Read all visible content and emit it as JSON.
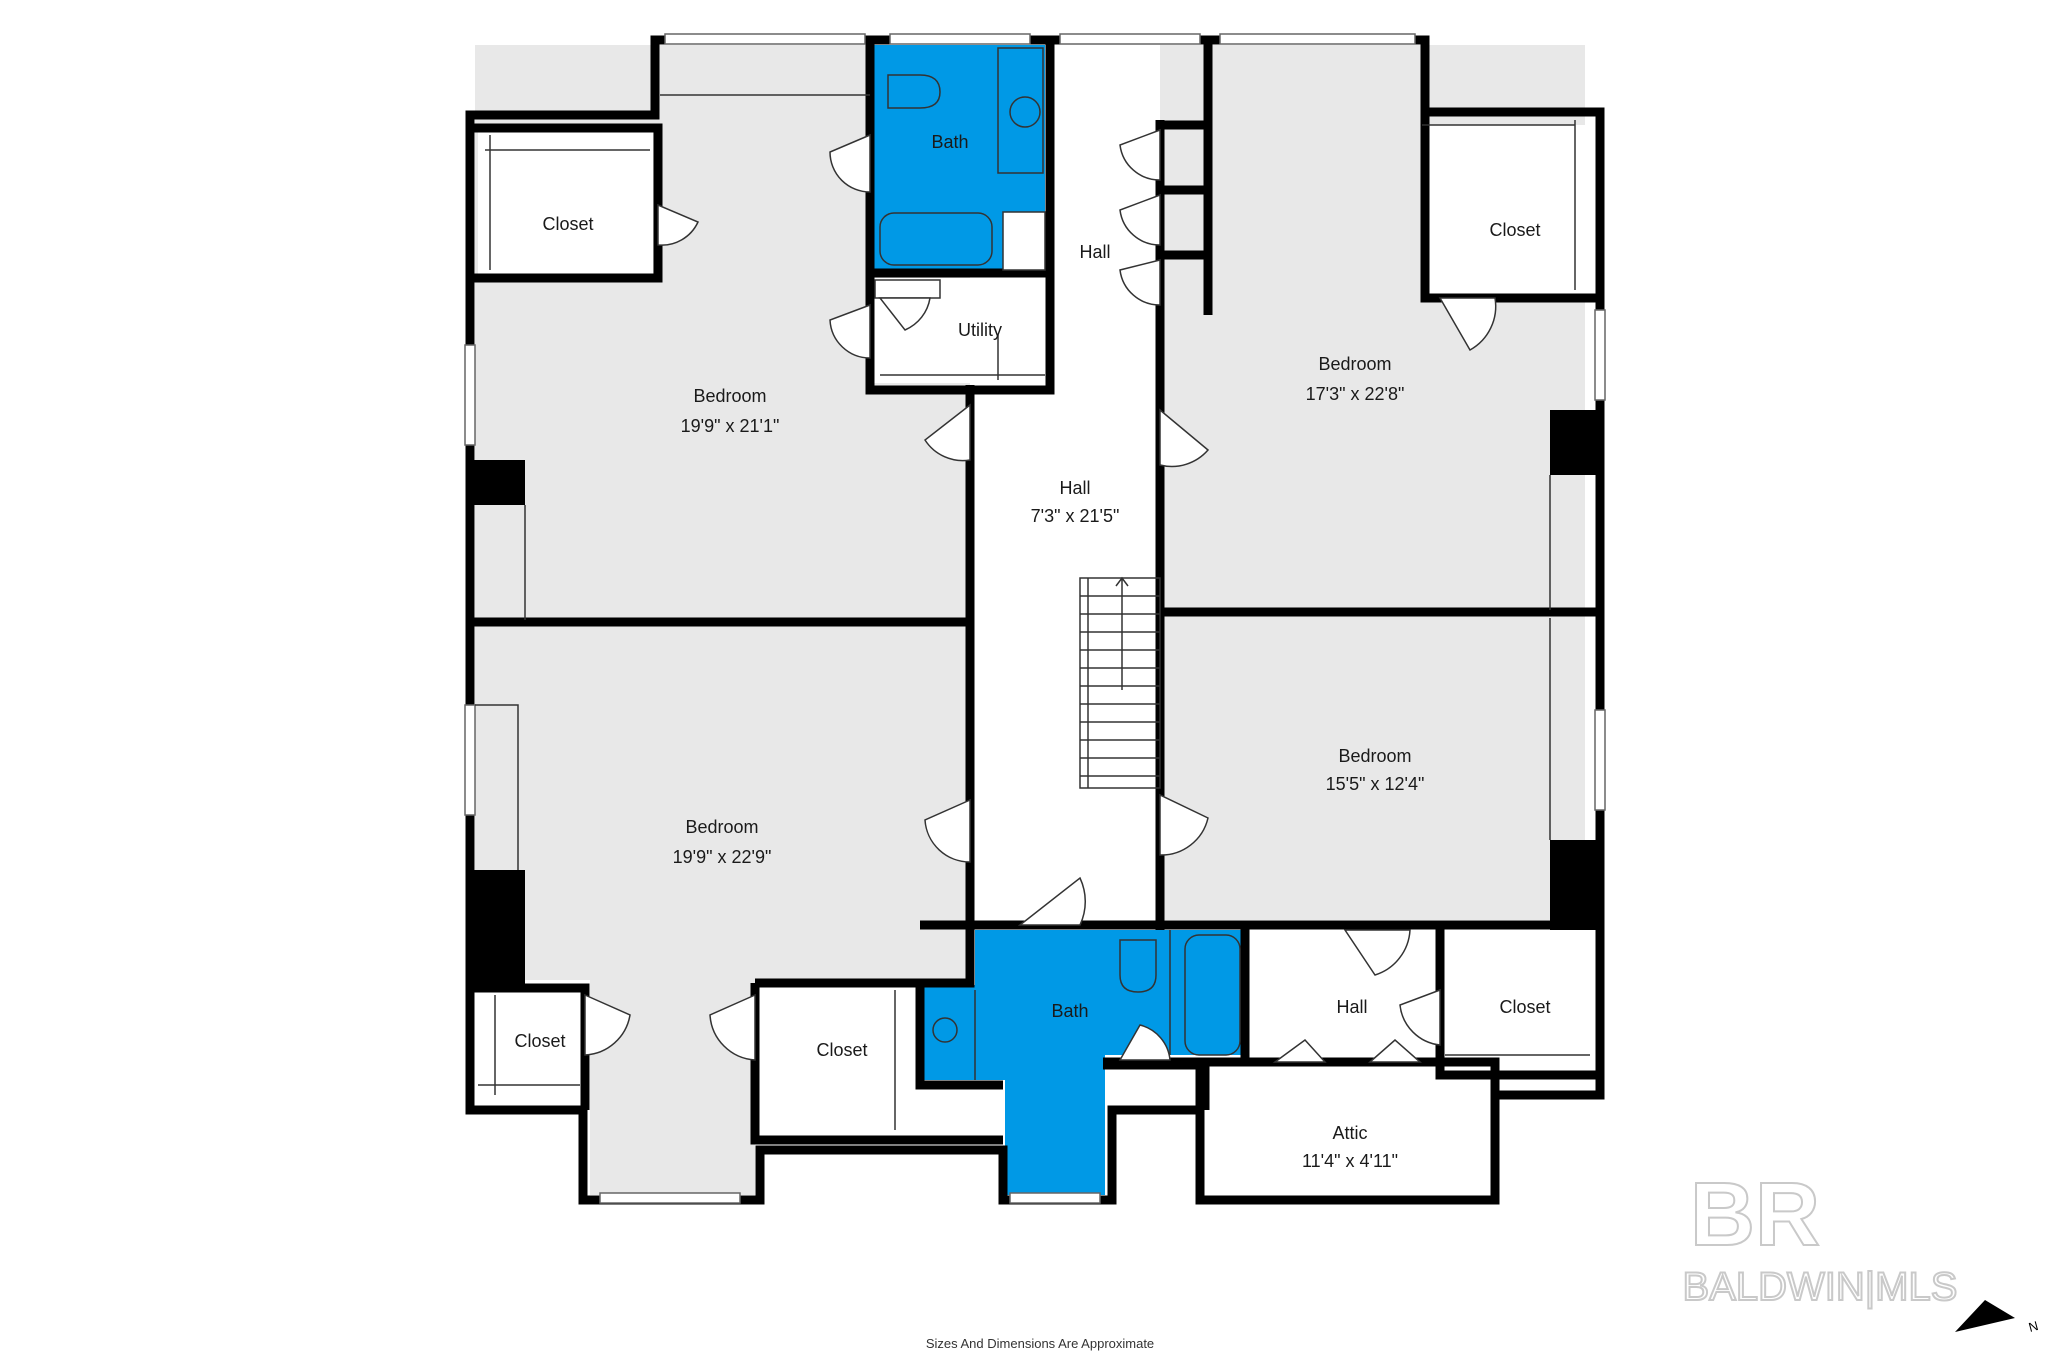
{
  "rooms": {
    "bath_top": {
      "name": "Bath"
    },
    "hall_top": {
      "name": "Hall"
    },
    "utility": {
      "name": "Utility"
    },
    "closet_left_top": {
      "name": "Closet"
    },
    "closet_right_top": {
      "name": "Closet"
    },
    "bedroom_nw": {
      "name": "Bedroom",
      "dims": "19'9\" x 21'1\""
    },
    "bedroom_ne": {
      "name": "Bedroom",
      "dims": "17'3\" x 22'8\""
    },
    "hall_main": {
      "name": "Hall",
      "dims": "7'3\" x 21'5\""
    },
    "bedroom_se": {
      "name": "Bedroom",
      "dims": "15'5\" x 12'4\""
    },
    "bedroom_sw": {
      "name": "Bedroom",
      "dims": "19'9\" x 22'9\""
    },
    "closet_sw_small": {
      "name": "Closet"
    },
    "closet_sw_mid": {
      "name": "Closet"
    },
    "bath_bottom": {
      "name": "Bath"
    },
    "hall_small": {
      "name": "Hall"
    },
    "closet_se": {
      "name": "Closet"
    },
    "attic": {
      "name": "Attic",
      "dims": "11'4\" x 4'11\""
    }
  },
  "footer": {
    "note": "Sizes And Dimensions Are Approximate"
  },
  "watermark": {
    "logo": "BR",
    "text": "BALDWIN|MLS"
  },
  "compass": {
    "label": "N"
  },
  "colors": {
    "wall": "#000000",
    "floor": "#e8e8e8",
    "bath": "#0099e6",
    "open": "#ffffff"
  }
}
